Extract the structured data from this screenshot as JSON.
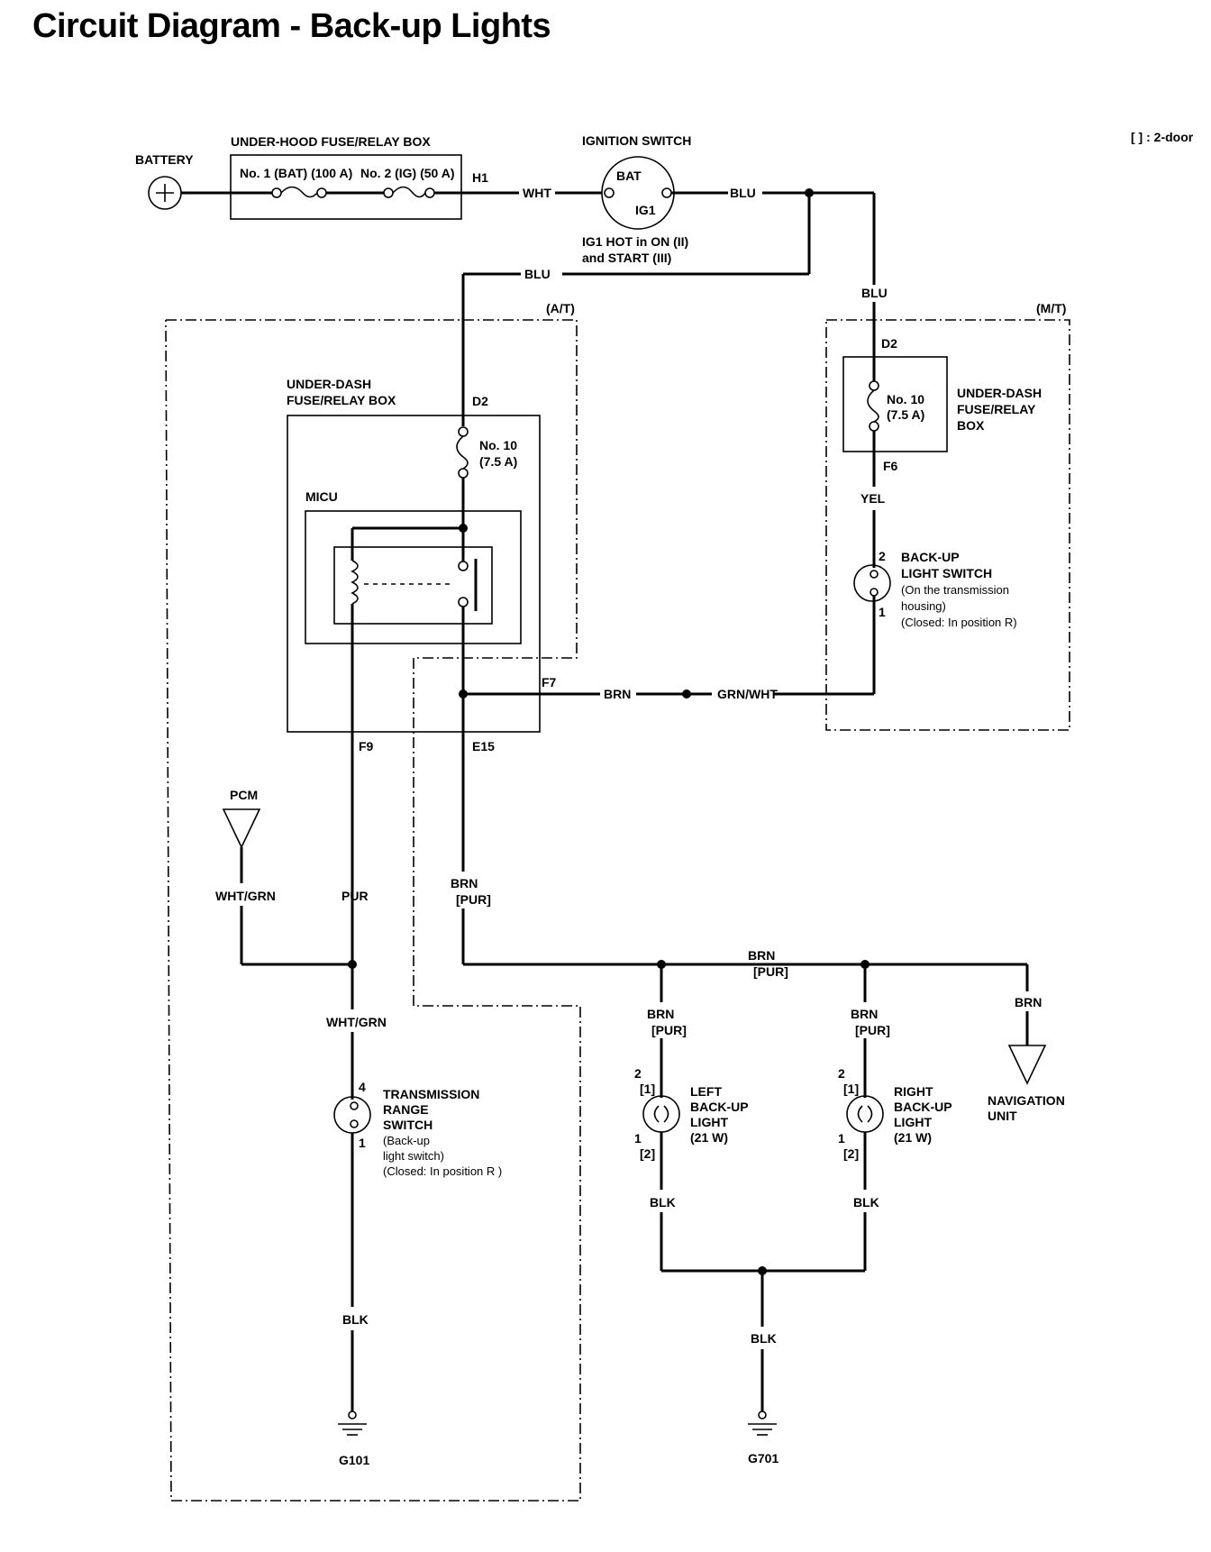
{
  "title": "Circuit Diagram - Back-up Lights",
  "legend_2door": "[ ] : 2-door",
  "battery": {
    "label": "BATTERY"
  },
  "underhood_box": {
    "label": "UNDER-HOOD FUSE/RELAY BOX",
    "fuse1": "No. 1 (BAT) (100 A)",
    "fuse2": "No. 2 (IG) (50 A)",
    "terminal": "H1"
  },
  "ignition_switch": {
    "label": "IGNITION SWITCH",
    "bat": "BAT",
    "ig1": "IG1",
    "note_line1": "IG1 HOT in ON (II)",
    "note_line2": "and START (III)"
  },
  "wires": {
    "wht": "WHT",
    "blu_top": "BLU",
    "blu_loop": "BLU",
    "blu_right": "BLU",
    "yel": "YEL",
    "brn_f7": "BRN",
    "grn_wht": "GRN/WHT",
    "pur": "PUR",
    "wht_grn_pcm": "WHT/GRN",
    "wht_grn_trs": "WHT/GRN",
    "brn_main": "BRN",
    "pur_main": "[PUR]",
    "brn_bus": "BRN",
    "pur_bus": "[PUR]",
    "brn_left": "BRN",
    "pur_left": "[PUR]",
    "brn_right": "BRN",
    "pur_right": "[PUR]",
    "brn_nav": "BRN",
    "blk_trs": "BLK",
    "blk_left": "BLK",
    "blk_right": "BLK",
    "blk_g701": "BLK"
  },
  "at_region": {
    "label": "(A/T)"
  },
  "mt_region": {
    "label": "(M/T)"
  },
  "underdash_at": {
    "label_line1": "UNDER-DASH",
    "label_line2": "FUSE/RELAY BOX",
    "d2": "D2",
    "fuse_line1": "No. 10",
    "fuse_line2": "(7.5 A)",
    "micu": "MICU",
    "f7": "F7",
    "f9": "F9",
    "e15": "E15"
  },
  "underdash_mt": {
    "d2": "D2",
    "fuse_line1": "No. 10",
    "fuse_line2": "(7.5 A)",
    "label_line1": "UNDER-DASH",
    "label_line2": "FUSE/RELAY",
    "label_line3": "BOX",
    "f6": "F6"
  },
  "backup_switch_mt": {
    "pin_top": "2",
    "pin_bottom": "1",
    "line1": "BACK-UP",
    "line2": "LIGHT SWITCH",
    "line3": "(On the transmission",
    "line4": "housing)",
    "line5": "(Closed: In position R)"
  },
  "pcm": {
    "label": "PCM"
  },
  "trans_range_switch": {
    "pin_top": "4",
    "pin_bottom": "1",
    "line1": "TRANSMISSION",
    "line2": "RANGE",
    "line3": "SWITCH",
    "line4": "(Back-up",
    "line5": "light switch)",
    "line6": "(Closed: In position R )"
  },
  "left_light": {
    "pin_top": "2",
    "pin_top_alt": "[1]",
    "pin_bottom": "1",
    "pin_bottom_alt": "[2]",
    "line1": "LEFT",
    "line2": "BACK-UP",
    "line3": "LIGHT",
    "line4": "(21 W)"
  },
  "right_light": {
    "pin_top": "2",
    "pin_top_alt": "[1]",
    "pin_bottom": "1",
    "pin_bottom_alt": "[2]",
    "line1": "RIGHT",
    "line2": "BACK-UP",
    "line3": "LIGHT",
    "line4": "(21 W)"
  },
  "nav_unit": {
    "line1": "NAVIGATION",
    "line2": "UNIT"
  },
  "grounds": {
    "g101": "G101",
    "g701": "G701"
  }
}
